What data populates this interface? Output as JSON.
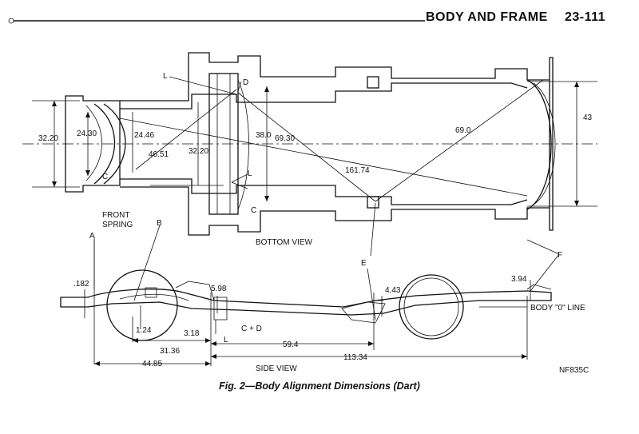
{
  "header": {
    "section": "BODY AND FRAME",
    "page": "23-111"
  },
  "caption": "Fig. 2—Body Alignment Dimensions (Dart)",
  "code": "NF835C",
  "views": {
    "bottom": "BOTTOM VIEW",
    "side": "SIDE VIEW"
  },
  "labels": {
    "front_spring_1": "FRONT",
    "front_spring_2": "SPRING",
    "body_zero_line": "BODY \"0\" LINE",
    "center_mark": "C",
    "c_plus_d": "C + D"
  },
  "points": [
    "A",
    "B",
    "C",
    "D",
    "E",
    "F",
    "L"
  ],
  "bottom_view_dims": {
    "d_32_20_left": "32.20",
    "d_24_30": "24.30",
    "d_24_46": "24.46",
    "d_46_51": "46.51",
    "d_32_20_center": "32.20",
    "d_38_0": "38.0",
    "d_69_30": "69.30",
    "d_161_74": "161.74",
    "d_69_0": "69.0",
    "d_43": "43"
  },
  "side_view_dims": {
    "d_182": ".182",
    "d_1_24": "1.24",
    "d_5_98": "5.98",
    "d_3_18": "3.18",
    "d_4_43": "4.43",
    "d_3_94": "3.94",
    "d_31_36": "31.36",
    "d_59_4": "59.4",
    "d_44_85": "44.85",
    "d_113_34": "113.34"
  }
}
